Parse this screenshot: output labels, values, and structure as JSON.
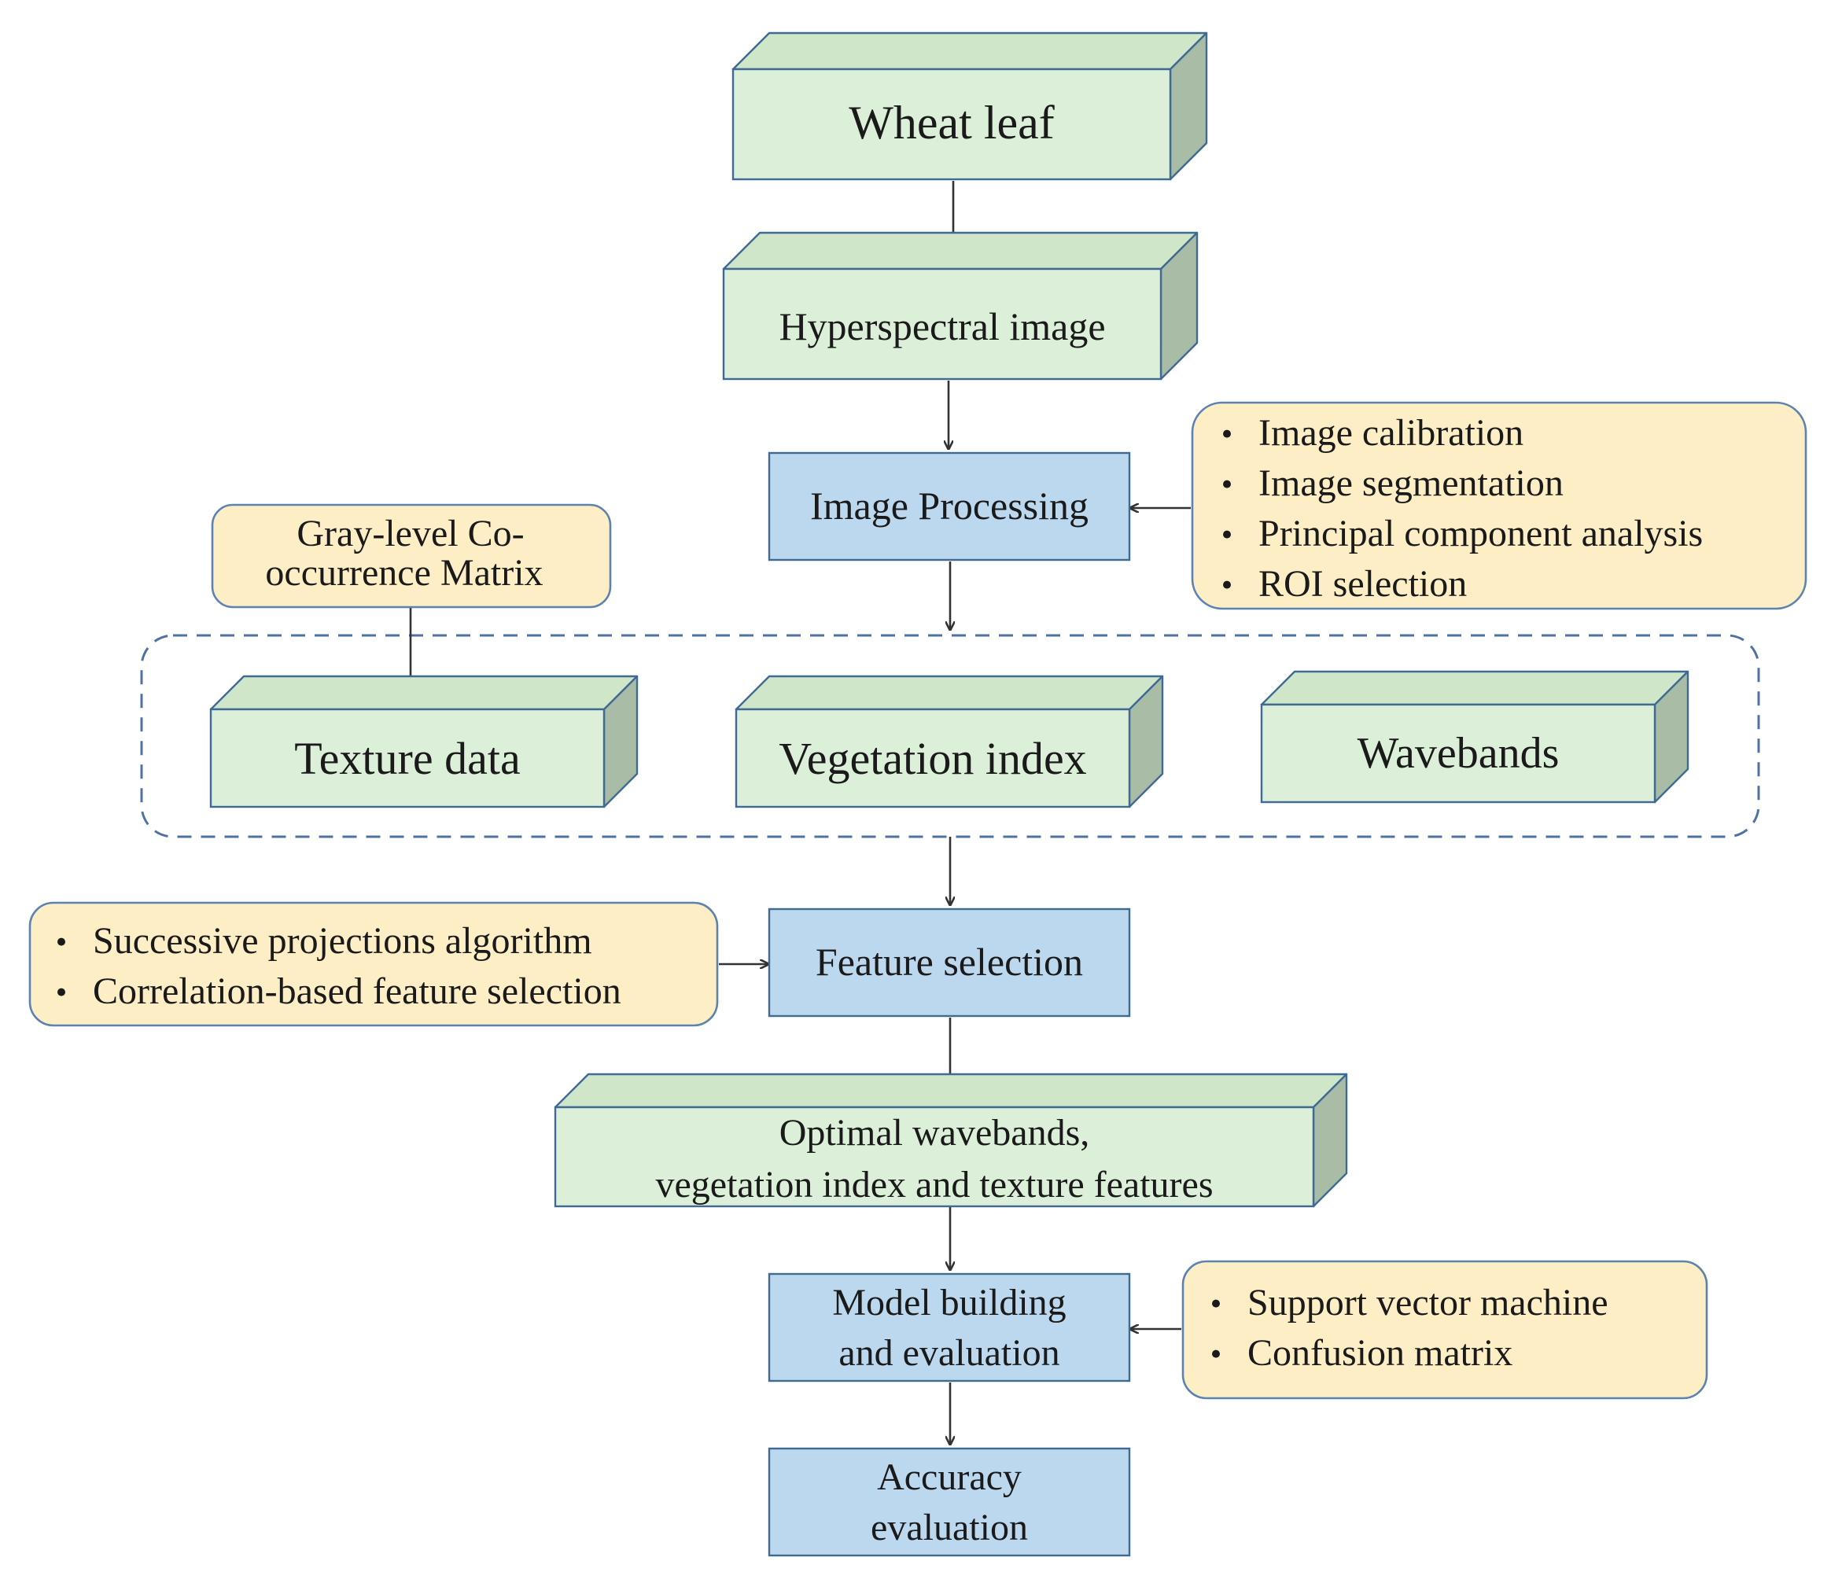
{
  "nodes": {
    "wheat_leaf": "Wheat leaf",
    "hyperspectral_image": "Hyperspectral  image",
    "image_processing": "Image Processing",
    "glcm_line1": "Gray-level Co-",
    "glcm_line2": "occurrence Matrix",
    "texture_data": "Texture data",
    "vegetation_index": "Vegetation index",
    "wavebands": "Wavebands",
    "feature_selection": "Feature selection",
    "optimal_line1": "Optimal wavebands,",
    "optimal_line2": "vegetation  index and texture  features",
    "model_line1": "Model building",
    "model_line2": "and evaluation",
    "accuracy_line1": "Accuracy",
    "accuracy_line2": "evaluation"
  },
  "notes": {
    "processing_methods": [
      "Image calibration",
      "Image segmentation",
      "Principal  component  analysis",
      "ROI selection"
    ],
    "selection_methods": [
      "Successive  projections  algorithm",
      "Correlation-based  feature  selection"
    ],
    "model_methods": [
      "Support vector machine",
      "Confusion  matrix"
    ]
  },
  "colors": {
    "green_face": "#dcefd9",
    "green_top": "#cfe6c9",
    "green_side": "#a9bda6",
    "blue_box": "#bcd8ef",
    "blue_border": "#3f6a94",
    "note_fill": "#fdeec5",
    "note_border": "#5b82b1",
    "arrow": "#333333"
  }
}
